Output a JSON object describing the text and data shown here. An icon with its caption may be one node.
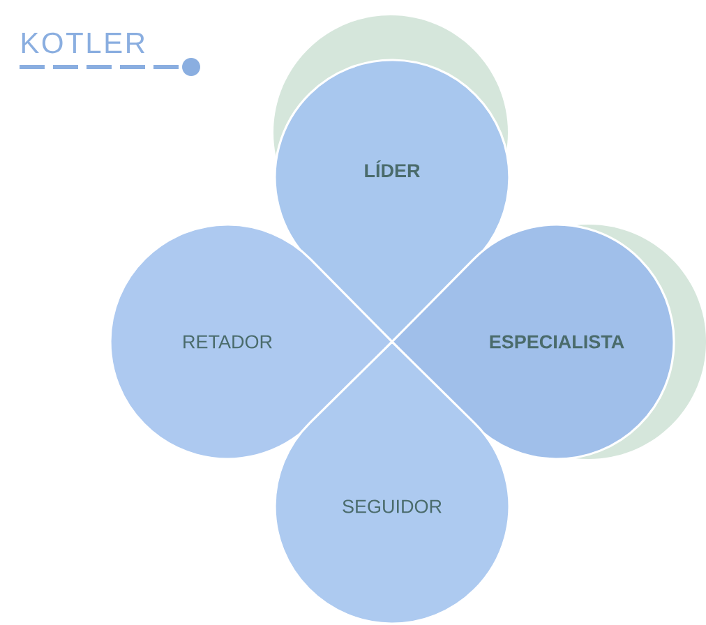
{
  "diagram": {
    "title": "KOTLER",
    "nodes": [
      {
        "text": [
          "LÍDER"
        ]
      },
      {
        "text": [
          "RETADOR"
        ]
      },
      {
        "text": [
          "ESPECIALISTA"
        ]
      },
      {
        "text": [
          "SEGUIDOR"
        ]
      }
    ]
  }
}
